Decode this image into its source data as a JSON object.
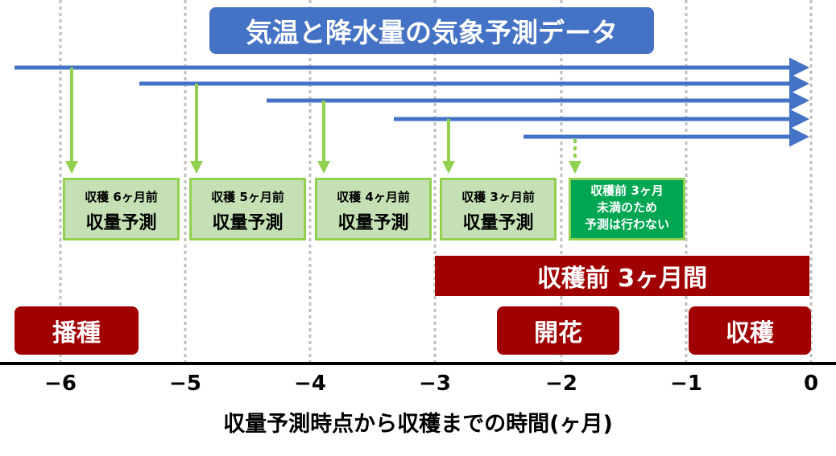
{
  "title": "気温と降水量の気象予測データ",
  "forecasts": [
    {
      "line1": "収穫 6ヶ月前",
      "line2": "収量予測"
    },
    {
      "line1": "収穫 5ヶ月前",
      "line2": "収量予測"
    },
    {
      "line1": "収穫 4ヶ月前",
      "line2": "収量予測"
    },
    {
      "line1": "収穫 3ヶ月前",
      "line2": "収量予測"
    }
  ],
  "no_forecast": {
    "line1": "収穫前 3ヶ月",
    "line2": "未満のため",
    "line3": "予測は行わない"
  },
  "period_label": "収穫前 3ヶ月間",
  "stages": {
    "sowing": "播種",
    "flowering": "開花",
    "harvest": "収穫"
  },
  "axis": {
    "ticks": [
      "−6",
      "−5",
      "−4",
      "−3",
      "−2",
      "−1",
      "0"
    ],
    "title": "収量予測時点から収穫までの時間(ヶ月)"
  },
  "colors": {
    "title_bg": "#4472c4",
    "arrow": "#4472c4",
    "drop_arrow": "#92d050",
    "forecast_bg": "#c5e0b4",
    "no_forecast_bg": "#00a651",
    "dark_red": "#a10000"
  }
}
